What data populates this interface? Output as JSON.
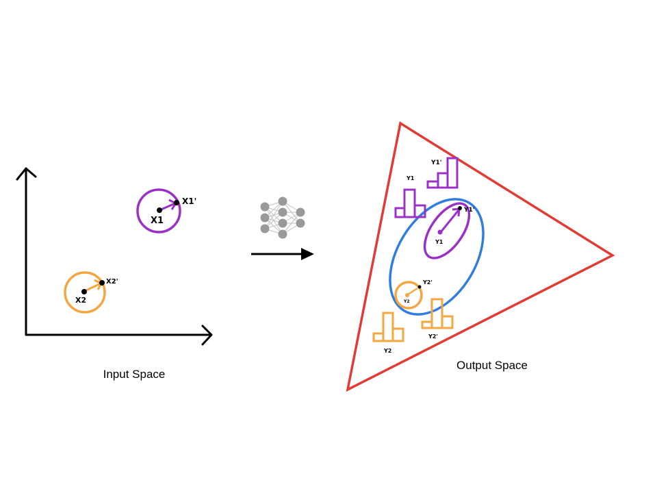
{
  "colors": {
    "purple": "#9b30c8",
    "orange": "#f4a640",
    "blue": "#2f7de0",
    "red": "#e23b35",
    "node": "#999999",
    "ink": "#000000"
  },
  "input_space": {
    "caption": "Input Space",
    "x1_label": "X1",
    "x1p_label": "X1'",
    "x2_label": "X2",
    "x2p_label": "X2'"
  },
  "network_icon": {
    "icon": "neural-network-icon"
  },
  "output_space": {
    "caption": "Output Space",
    "y1_label": "Y1",
    "y1p_label": "Y1'",
    "y2_label": "Y2",
    "y2p_label": "Y2'",
    "hist_y1_label": "Y1",
    "hist_y1p_label": "Y1'",
    "hist_y2_label": "Y2",
    "hist_y2p_label": "Y2'"
  }
}
